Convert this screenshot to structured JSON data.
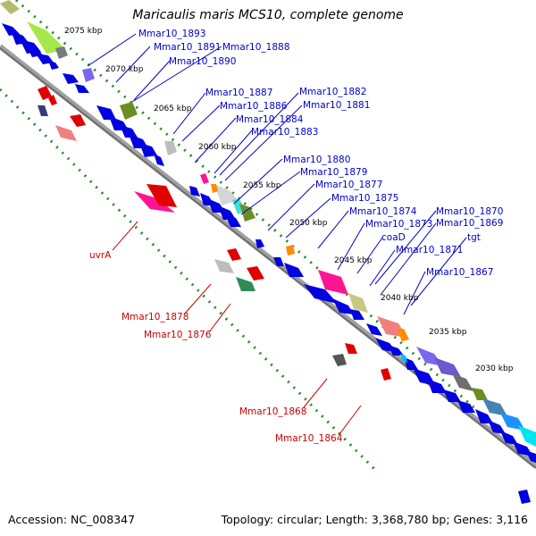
{
  "title": "Maricaulis maris MCS10, complete genome",
  "footer": {
    "accession": "Accession: NC_008347",
    "summary": "Topology: circular; Length: 3,368,780 bp; Genes: 3,116"
  },
  "scale_labels": [
    "2075 kbp",
    "2070 kbp",
    "2065 kbp",
    "2060 kbp",
    "2055 kbp",
    "2050 kbp",
    "2045 kbp",
    "2040 kbp",
    "2035 kbp",
    "2030 kbp"
  ],
  "forward_gene_labels": [
    "Mmar10_1893",
    "Mmar10_1891",
    "Mmar10_1888",
    "Mmar10_1890",
    "Mmar10_1887",
    "Mmar10_1882",
    "Mmar10_1886",
    "Mmar10_1881",
    "Mmar10_1884",
    "Mmar10_1883",
    "Mmar10_1880",
    "Mmar10_1879",
    "Mmar10_1877",
    "Mmar10_1875",
    "Mmar10_1874",
    "Mmar10_1870",
    "Mmar10_1873",
    "Mmar10_1869",
    "coaD",
    "tgt",
    "Mmar10_1871",
    "Mmar10_1867"
  ],
  "reverse_gene_labels": [
    "uvrA",
    "Mmar10_1878",
    "Mmar10_1876",
    "Mmar10_1868",
    "Mmar10_1864"
  ],
  "colors": {
    "backbone": "#8c8c8c",
    "cds": "#0000e0",
    "rna": "#e00000",
    "scale_dots": "#228b22",
    "forward_label": "#0000cc",
    "reverse_label": "#cc0000"
  }
}
